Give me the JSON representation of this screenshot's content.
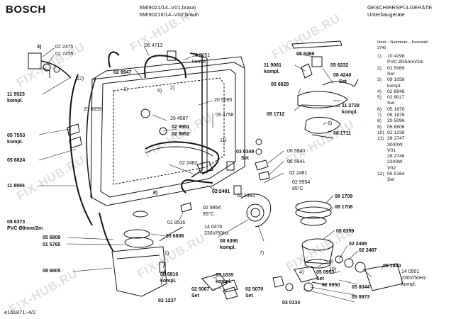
{
  "header": {
    "brand": "BOSCH",
    "model_1": "SMI9021/14–V01,braun",
    "model_2": "SMI9021II/14–V02,braun",
    "category": "GESCHIRRSPÜLGERÄTE",
    "subcategory": "Unterbaugeräte"
  },
  "footer": {
    "doc_id": "e161871–4/2"
  },
  "watermark": "FIX-HUB.RU",
  "parts": [
    {
      "id": "p_3",
      "text": "3)"
    },
    {
      "id": "p_022475",
      "text": "02 2475"
    },
    {
      "id": "p_027475",
      "text": "02 7475"
    },
    {
      "id": "p_064713",
      "text": "06 4713"
    },
    {
      "id": "p_283051",
      "text": "28 3051"
    },
    {
      "id": "p_kompl_top",
      "text": "kompl."
    },
    {
      "id": "p_12",
      "text": "12)"
    },
    {
      "id": "p_029947",
      "text": "02 9947"
    },
    {
      "id": "p_1",
      "text": "1)"
    },
    {
      "id": "p_11923",
      "text": "11 9923"
    },
    {
      "id": "p_kompl_11923",
      "text": "kompl."
    },
    {
      "id": "p_208699",
      "text": "20 8699"
    },
    {
      "id": "p_5",
      "text": "5)"
    },
    {
      "id": "p_2",
      "text": "2)"
    },
    {
      "id": "p_205095",
      "text": "20 5095"
    },
    {
      "id": "p_204587",
      "text": "20 4587"
    },
    {
      "id": "p_094758",
      "text": "09 4758"
    },
    {
      "id": "p_029951",
      "text": "02 9951"
    },
    {
      "id": "p_029952",
      "text": "02 9952"
    },
    {
      "id": "p_057553",
      "text": "05 7553"
    },
    {
      "id": "p_kompl_057553",
      "text": "kompl."
    },
    {
      "id": "p_056824",
      "text": "05 6824"
    },
    {
      "id": "p_11",
      "text": "11)"
    },
    {
      "id": "p_022482",
      "text": "02 2482"
    },
    {
      "id": "p_030349",
      "text": "03 0349"
    },
    {
      "id": "p_set_030349",
      "text": "Set"
    },
    {
      "id": "p_065940",
      "text": "06 5940"
    },
    {
      "id": "p_065941",
      "text": "06 5941"
    },
    {
      "id": "p_118994",
      "text": "11 8994"
    },
    {
      "id": "p_8",
      "text": "8)"
    },
    {
      "id": "p_022481a",
      "text": "02 2481"
    },
    {
      "id": "p_022483",
      "text": "02 2483"
    },
    {
      "id": "p_022481b",
      "text": "02 2481"
    },
    {
      "id": "p_029954a",
      "text": "02 9954"
    },
    {
      "id": "p_85c_a",
      "text": "85°C"
    },
    {
      "id": "p_029954b",
      "text": "02 9954"
    },
    {
      "id": "p_85c_b",
      "text": "85°C"
    },
    {
      "id": "p_086373",
      "text": "08 6373"
    },
    {
      "id": "p_pvc8",
      "text": "PVC Ø8mm/2m"
    },
    {
      "id": "p_018516",
      "text": "01 8516"
    },
    {
      "id": "p_140476",
      "text": "14 0476"
    },
    {
      "id": "p_230v",
      "text": "230V/50Hz"
    },
    {
      "id": "p_056809",
      "text": "05 6809"
    },
    {
      "id": "p_015765",
      "text": "01 5765"
    },
    {
      "id": "p_056808",
      "text": "05 6808"
    },
    {
      "id": "p_086398",
      "text": "08 6398"
    },
    {
      "id": "p_kompl_086398",
      "text": "kompl."
    },
    {
      "id": "p_1b",
      "text": "1)"
    },
    {
      "id": "p_7",
      "text": "7)"
    },
    {
      "id": "p_056810",
      "text": "05 6810"
    },
    {
      "id": "p_kompl_056810",
      "text": "kompl."
    },
    {
      "id": "p_086805",
      "text": "08 6805"
    },
    {
      "id": "p_021237",
      "text": "02 1237"
    },
    {
      "id": "p_051835",
      "text": "05 1835"
    },
    {
      "id": "p_kompl_051835",
      "text": "kompl."
    },
    {
      "id": "p_025067",
      "text": "02 5067"
    },
    {
      "id": "p_set_025067",
      "text": "Set"
    },
    {
      "id": "p_025070",
      "text": "02 5070"
    },
    {
      "id": "p_set_025070",
      "text": "Set"
    },
    {
      "id": "p_030134",
      "text": "03 0134"
    },
    {
      "id": "p_086466",
      "text": "08 6466"
    },
    {
      "id": "p_119081",
      "text": "11 9081"
    },
    {
      "id": "p_kompl_119081",
      "text": "kompl."
    },
    {
      "id": "p_056232",
      "text": "05 6232"
    },
    {
      "id": "p_084240",
      "text": "08 4240"
    },
    {
      "id": "p_set_084240",
      "text": "Set"
    },
    {
      "id": "p_056828",
      "text": "05 6828"
    },
    {
      "id": "p_081712",
      "text": "08 1712"
    },
    {
      "id": "p_112728",
      "text": "11 2728"
    },
    {
      "id": "p_kompl_112728",
      "text": "kompl."
    },
    {
      "id": "p_6",
      "text": "6)"
    },
    {
      "id": "p_081711",
      "text": "08 1711"
    },
    {
      "id": "p_081709",
      "text": "08 1709"
    },
    {
      "id": "p_081708",
      "text": "08 1708"
    },
    {
      "id": "p_086399",
      "text": "08 6399"
    },
    {
      "id": "p_022489",
      "text": "02 2489"
    },
    {
      "id": "p_022487",
      "text": "02 2487"
    },
    {
      "id": "p_9",
      "text": "9)"
    },
    {
      "id": "p_10",
      "text": "10)"
    },
    {
      "id": "p_4",
      "text": "4)"
    },
    {
      "id": "p_050953",
      "text": "05 0953"
    },
    {
      "id": "p_set_050953",
      "text": "Set"
    },
    {
      "id": "p_029950",
      "text": "02 9950"
    },
    {
      "id": "p_058044",
      "text": "05 8044"
    },
    {
      "id": "p_058973",
      "text": "05 8973"
    },
    {
      "id": "p_051840",
      "text": "05 1840"
    },
    {
      "id": "p_140501",
      "text": "14 0501"
    },
    {
      "id": "p_230v_b",
      "text": "230V/50Hz"
    },
    {
      "id": "p_kompl_140501",
      "text": "kompl."
    }
  ],
  "legend": {
    "heading": "Ident – Nummern – Kennzahl",
    "code": "3740",
    "rows": [
      {
        "n": "1)",
        "v": "10 4298"
      },
      {
        "n": "",
        "v": "PVC Ø25mm/2m"
      },
      {
        "n": "2)",
        "v": "02 5069"
      },
      {
        "n": "",
        "v": "Set"
      },
      {
        "n": "3)",
        "v": "09 1058"
      },
      {
        "n": "",
        "v": "kompl."
      },
      {
        "n": "4)",
        "v": "02 8948"
      },
      {
        "n": "5)",
        "v": "02 9017"
      },
      {
        "n": "",
        "v": "Set"
      },
      {
        "n": "6)",
        "v": "05 1876"
      },
      {
        "n": "7)",
        "v": "05 1876"
      },
      {
        "n": "8)",
        "v": "20 5096"
      },
      {
        "n": "9)",
        "v": "05 6806"
      },
      {
        "n": "10)",
        "v": "01 1238"
      },
      {
        "n": "11)",
        "v": "28 2747"
      },
      {
        "n": "",
        "v": "3000W"
      },
      {
        "n": "",
        "v": "V01"
      },
      {
        "n": "",
        "v": "28 2746"
      },
      {
        "n": "",
        "v": "2300W"
      },
      {
        "n": "",
        "v": "V02"
      },
      {
        "n": "12)",
        "v": "05 5164"
      },
      {
        "n": "",
        "v": "Set"
      }
    ]
  }
}
